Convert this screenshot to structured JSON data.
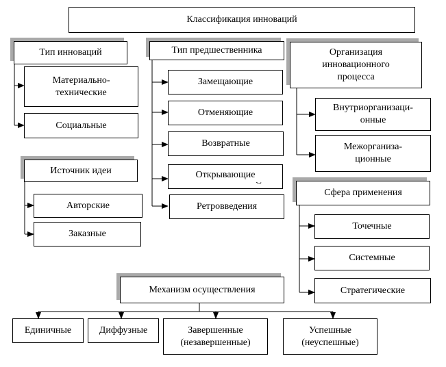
{
  "title": "Классификация инноваций",
  "groups": {
    "type": {
      "header": "Тип инноваций",
      "items": [
        "Материально-\nтехнические",
        "Социальные"
      ]
    },
    "source": {
      "header": "Источник идеи",
      "items": [
        "Авторские",
        "Заказные"
      ]
    },
    "predecessor": {
      "header": "Тип предшественника",
      "items": [
        "Замещающие",
        "Отменяющие",
        "Возвратные",
        "Открывающие",
        "Ретровведения"
      ],
      "clipped_glyph": "С"
    },
    "organization": {
      "header": "Организация\nинновационного\nпроцесса",
      "items": [
        "Внутриорганизаци-\nонные",
        "Межорганиза-\nционные"
      ]
    },
    "sphere": {
      "header": "Сфера применения",
      "items": [
        "Точечные",
        "Системные",
        "Стратегические"
      ]
    },
    "mechanism": {
      "header": "Механизм осуществления",
      "items": [
        "Единичные",
        "Диффузные",
        "Завершенные\n(незавершенные)",
        "Успешные\n(неуспешные)"
      ]
    }
  }
}
